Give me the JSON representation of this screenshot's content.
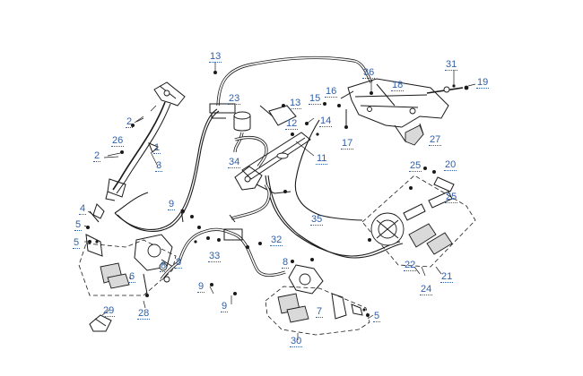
{
  "callouts": {
    "c13a": "13",
    "c36": "36",
    "c31": "31",
    "c18": "18",
    "c19": "19",
    "c23": "23",
    "c13b": "13",
    "c15": "15",
    "c16": "16",
    "c2a": "2",
    "c12": "12",
    "c14": "14",
    "c17": "17",
    "c27": "27",
    "c26": "26",
    "c1": "1",
    "c2b": "2",
    "c11": "11",
    "c34": "34",
    "c3": "3",
    "c25a": "25",
    "c20": "20",
    "c25b": "25",
    "c4": "4",
    "c9a": "9",
    "c35": "35",
    "c5a": "5",
    "c5b": "5",
    "c32": "32",
    "c33": "33",
    "c8a": "8",
    "c8b": "8",
    "c6": "6",
    "c9b": "9",
    "c8c": "8",
    "c22": "22",
    "c21": "21",
    "c24": "24",
    "c9c": "9",
    "c7": "7",
    "c29": "29",
    "c28": "28",
    "c5c": "5",
    "c30": "30"
  }
}
